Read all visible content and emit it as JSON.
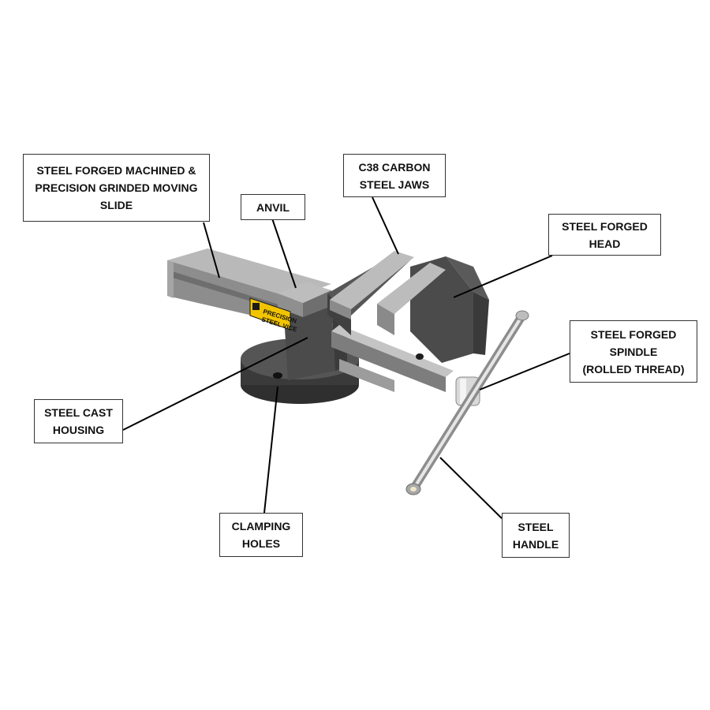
{
  "labels": {
    "moving_slide": [
      "STEEL FORGED MACHINED &",
      "PRECISION GRINDED MOVING",
      "SLIDE"
    ],
    "anvil": [
      "ANVIL"
    ],
    "jaws": [
      "C38 CARBON",
      "STEEL JAWS"
    ],
    "head": [
      "STEEL FORGED",
      "HEAD"
    ],
    "spindle": [
      "STEEL FORGED",
      "SPINDLE",
      "(ROLLED THREAD)"
    ],
    "housing": [
      "STEEL CAST",
      "HOUSING"
    ],
    "clamping_holes": [
      "CLAMPING",
      "HOLES"
    ],
    "handle": [
      "STEEL",
      "HANDLE"
    ]
  },
  "badge": [
    "PRECISION",
    "STEEL VICE"
  ],
  "colors": {
    "cast_iron": "#4b4b4b",
    "cast_iron_dark": "#333333",
    "steel": "#9a9a9a",
    "steel_light": "#cfcfcf",
    "chrome": "#d9d9d9",
    "badge_yellow": "#f2c400"
  }
}
